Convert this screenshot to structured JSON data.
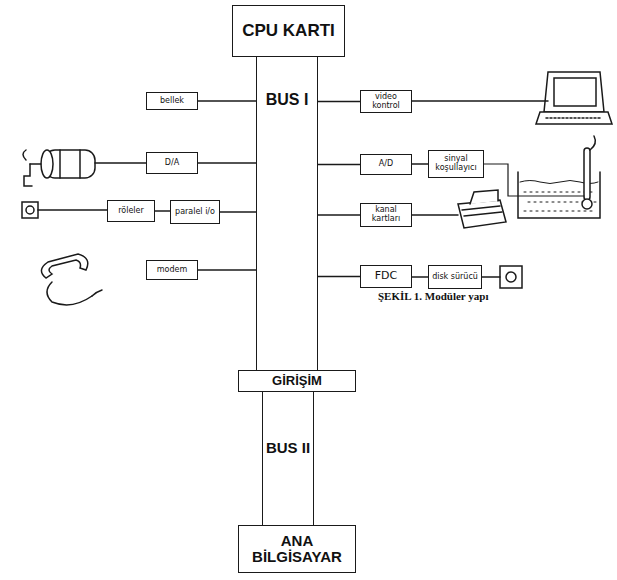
{
  "diagram": {
    "caption": "ŞEKİL 1. Modüler yapı",
    "nodes": [
      {
        "text": [
          "CPU KARTI"
        ]
      },
      {
        "text": [
          "BUS I"
        ]
      },
      {
        "text": [
          "bellek"
        ]
      },
      {
        "text": [
          "D/A"
        ]
      },
      {
        "text": [
          "röleler"
        ]
      },
      {
        "text": [
          "paralel i/o"
        ]
      },
      {
        "text": [
          "modem"
        ]
      },
      {
        "text": [
          "video kontrol"
        ]
      },
      {
        "text": [
          "A/D"
        ]
      },
      {
        "text": [
          "sinyal koşullayıcı"
        ]
      },
      {
        "text": [
          "kanal kartları"
        ]
      },
      {
        "text": [
          "FDC"
        ]
      },
      {
        "text": [
          "disk sürücü"
        ]
      },
      {
        "text": [
          "GİRİŞİM"
        ]
      },
      {
        "text": [
          "BUS II"
        ]
      },
      {
        "text": [
          "ANA BİLGİSAYAR"
        ]
      }
    ],
    "edges": [
      {
        "from": 2,
        "to": 1,
        "arrow": "none"
      },
      {
        "from": 3,
        "to": 1,
        "arrow": "none"
      },
      {
        "from": 4,
        "to": 5,
        "arrow": "none"
      },
      {
        "from": 5,
        "to": 1,
        "arrow": "none"
      },
      {
        "from": 6,
        "to": 1,
        "arrow": "none"
      },
      {
        "from": 7,
        "to": 1,
        "arrow": "none"
      },
      {
        "from": 8,
        "to": 1,
        "arrow": "none"
      },
      {
        "from": 9,
        "to": 8,
        "arrow": "none"
      },
      {
        "from": 10,
        "to": 1,
        "arrow": "none"
      },
      {
        "from": 11,
        "to": 1,
        "arrow": "none"
      },
      {
        "from": 12,
        "to": 11,
        "arrow": "none"
      }
    ]
  }
}
